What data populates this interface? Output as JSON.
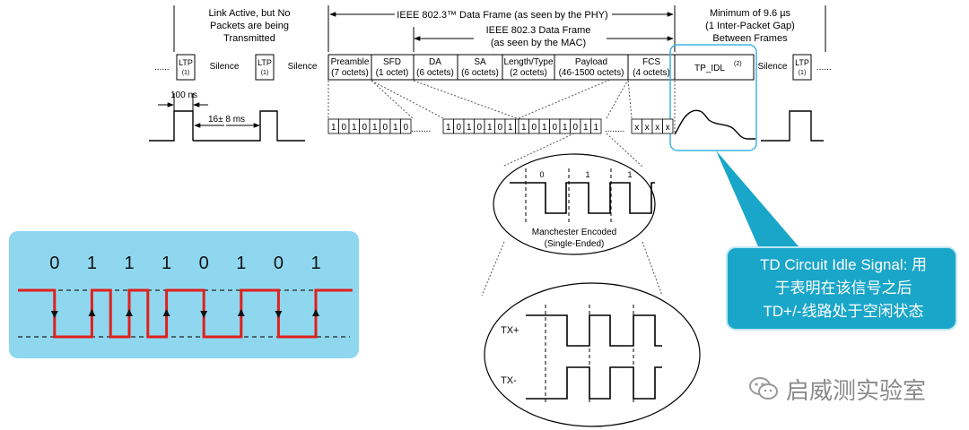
{
  "top_labels": {
    "link_active": [
      "Link Active, but No",
      "Packets are being",
      "Transmitted"
    ],
    "ieee_8023_phy": "IEEE 802.3™ Data Frame (as seen by the PHY)",
    "ieee_8023_mac": [
      "IEEE 802.3 Data Frame",
      "(as seen by the MAC)"
    ],
    "min_gap": [
      "Minimum of 9.6 µs",
      "(1 Inter-Packet Gap)",
      "Between Frames"
    ]
  },
  "frame_row": {
    "ellipsis": "......",
    "ltp": "LTP",
    "ltp_note": "(1)",
    "silence": "Silence",
    "fields": [
      {
        "name": "Preamble",
        "size": "(7 octets)"
      },
      {
        "name": "SFD",
        "size": "(1 octet)"
      },
      {
        "name": "DA",
        "size": "(6 octets)"
      },
      {
        "name": "SA",
        "size": "(6 octets)"
      },
      {
        "name": "Length/Type",
        "size": "(2 octets)"
      },
      {
        "name": "Payload",
        "size": "(46-1500 octets)"
      },
      {
        "name": "FCS",
        "size": "(4 octets)"
      }
    ],
    "tp_idl": "TP_IDL",
    "tp_idl_note": "(2)"
  },
  "timing": {
    "pulse_width": "100 ns",
    "pulse_gap": "16± 8 ms"
  },
  "bit_stream": {
    "group1": [
      "1",
      "0",
      "1",
      "0",
      "1",
      "0",
      "1",
      "0"
    ],
    "group2": [
      "1",
      "0",
      "1",
      "0",
      "1",
      "0",
      "1",
      "0"
    ],
    "group3": [
      "1",
      "0",
      "1",
      "0",
      "1",
      "0",
      "1",
      "1"
    ],
    "group4": [
      "x",
      "x",
      "x",
      "x"
    ],
    "dots": "........"
  },
  "manchester_zoom": {
    "bits": [
      "0",
      "1",
      "1"
    ],
    "caption": [
      "Manchester Encoded",
      "(Single-Ended)"
    ]
  },
  "differential_zoom": {
    "tx_plus": "TX+",
    "tx_minus": "TX-"
  },
  "callout": {
    "lines": [
      "TD Circuit Idle Signal: 用",
      "于表明在该信号之后",
      "TD+/-线路处于空闲状态"
    ],
    "bg_color": "#1aa6c9",
    "text_color": "#ffffff"
  },
  "manchester_panel": {
    "bits": [
      "0",
      "1",
      "1",
      "1",
      "0",
      "1",
      "0",
      "1"
    ],
    "bg_color": "#8fd7ef",
    "signal_color": "#e0201b"
  },
  "watermark": "启威测实验室"
}
